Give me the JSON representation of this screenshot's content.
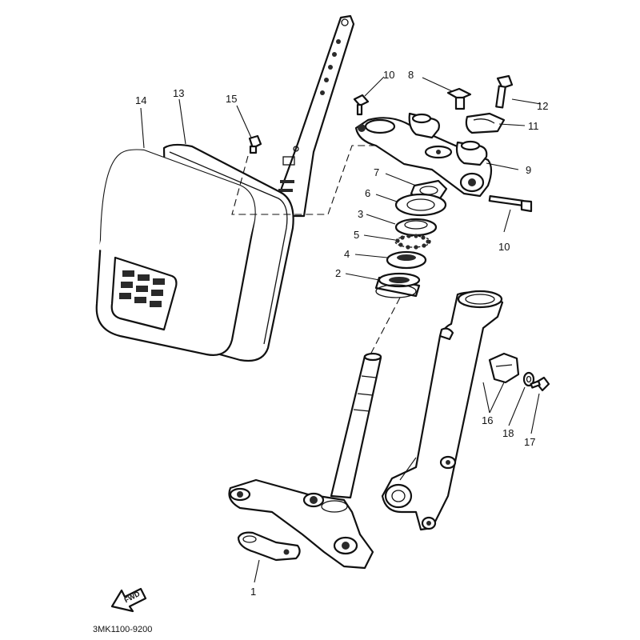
{
  "diagram": {
    "drawing_code": "3MK1100-9200",
    "fwd_label": "FWD",
    "callouts": {
      "p1": "1",
      "p2": "2",
      "p3": "3",
      "p4": "4",
      "p5": "5",
      "p6": "6",
      "p7": "7",
      "p8": "8",
      "p9": "9",
      "p10a": "10",
      "p10b": "10",
      "p11": "11",
      "p12": "12",
      "p13": "13",
      "p14": "14",
      "p15": "15",
      "p16": "16",
      "p17": "17",
      "p18": "18"
    }
  }
}
